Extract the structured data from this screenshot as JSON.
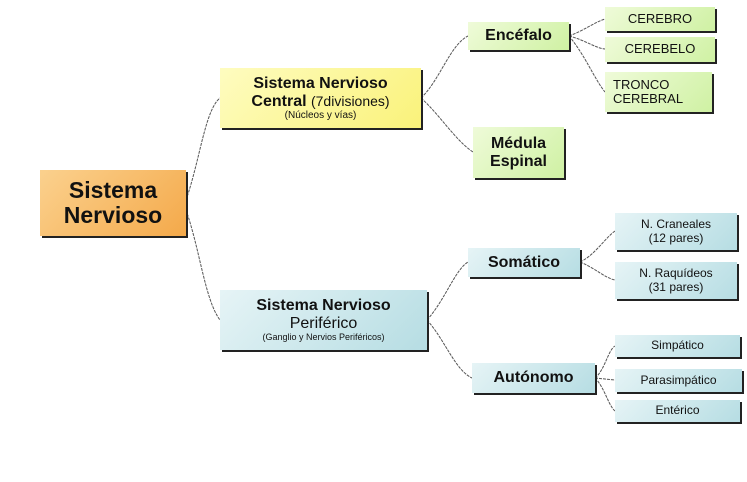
{
  "root": {
    "line1": "Sistema",
    "line2": "Nervioso"
  },
  "snc": {
    "line1": "Sistema Nervioso",
    "line2": "Central",
    "line2b": "(7divisiones)",
    "sub": "(Núcleos y vías)"
  },
  "snp": {
    "line1": "Sistema Nervioso",
    "line2": "Periférico",
    "sub": "(Ganglio y Nervios Periféricos)"
  },
  "encefalo": {
    "label": "Encéfalo",
    "children": [
      "CEREBRO",
      "CEREBELO",
      "TRONCO",
      "CEREBRAL"
    ]
  },
  "medula": {
    "line1": "Médula",
    "line2": "Espinal"
  },
  "somatico": {
    "label": "Somático",
    "craneales": [
      "N. Craneales",
      "(12 pares)"
    ],
    "raquideos": [
      "N. Raquídeos",
      "(31 pares)"
    ]
  },
  "autonomo": {
    "label": "Autónomo",
    "children": [
      "Simpático",
      "Parasimpático",
      "Entérico"
    ]
  }
}
